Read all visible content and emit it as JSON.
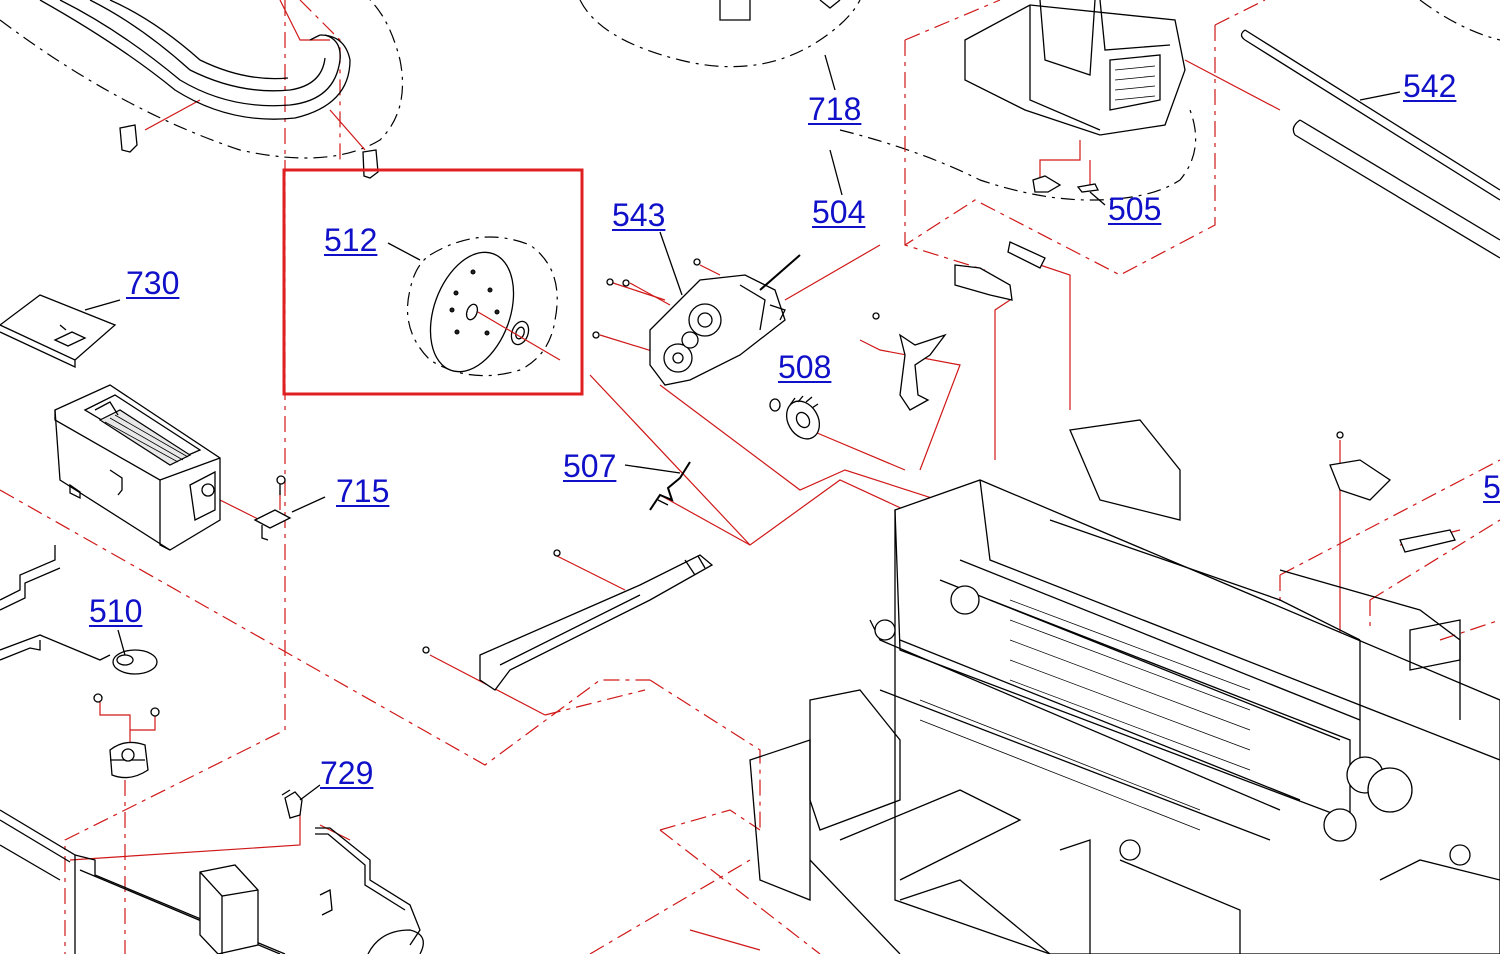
{
  "diagram": {
    "highlight_color": "#e02020",
    "link_color": "#1010c8",
    "leader_color": "#d01818",
    "part_labels": [
      {
        "id": "512",
        "text": "512"
      },
      {
        "id": "543",
        "text": "543"
      },
      {
        "id": "718",
        "text": "718"
      },
      {
        "id": "504",
        "text": "504"
      },
      {
        "id": "505",
        "text": "505"
      },
      {
        "id": "542",
        "text": "542"
      },
      {
        "id": "730",
        "text": "730"
      },
      {
        "id": "508",
        "text": "508"
      },
      {
        "id": "507",
        "text": "507"
      },
      {
        "id": "715",
        "text": "715"
      },
      {
        "id": "510",
        "text": "510"
      },
      {
        "id": "729",
        "text": "729"
      },
      {
        "id": "5xx_partial",
        "text": "5"
      }
    ]
  }
}
